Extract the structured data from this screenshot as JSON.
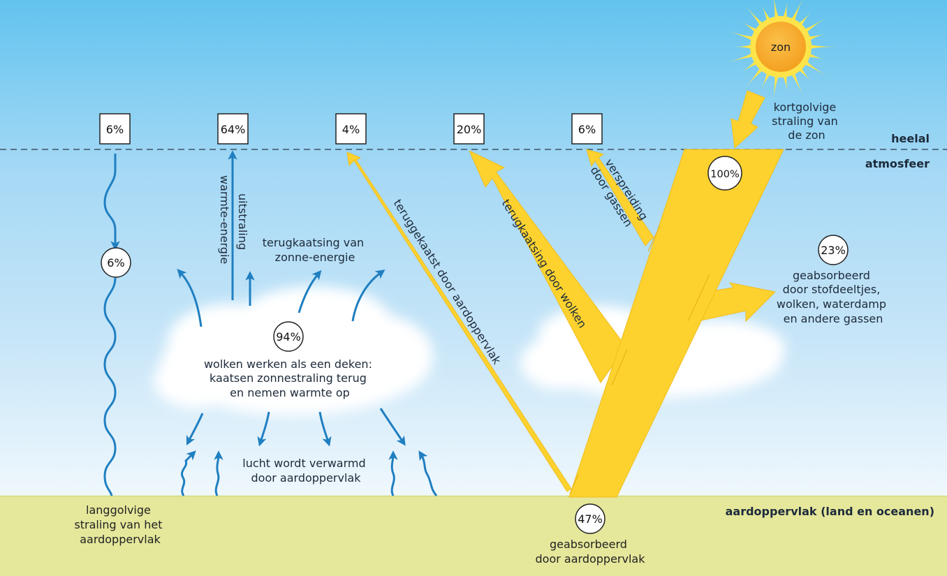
{
  "zones": {
    "space": "heelal",
    "atmosphere": "atmosfeer",
    "surface": "aardoppervlak (land en oceanen)"
  },
  "sun": {
    "label": "zon",
    "radiation_lines": [
      "kortgolvige",
      "straling van",
      "de zon"
    ]
  },
  "top_boxes": [
    {
      "value": "6%",
      "source": "langgolvige straling"
    },
    {
      "value": "64%",
      "source": "uitstraling warmte-energie"
    },
    {
      "value": "4%",
      "source": "teruggekaatst door aardoppervlak"
    },
    {
      "value": "20%",
      "source": "terugkaatsing door wolken"
    },
    {
      "value": "6%",
      "source": "verspreiding door gassen"
    }
  ],
  "circles": {
    "incoming": "100%",
    "absorbed_atmosphere": "23%",
    "absorbed_surface": "47%",
    "clouds": "94%",
    "longwave": "6%"
  },
  "arrow_labels": {
    "outgoing_heat": [
      "uitstraling",
      "warmte-energie"
    ],
    "reflected_surface": "teruggekaatst door aardoppervlak",
    "reflected_clouds": "terugkaatsing door wolken",
    "scattering": [
      "verspreiding",
      "door gassen"
    ]
  },
  "texts": {
    "reflection_solar": [
      "terugkaatsing van",
      "zonne-energie"
    ],
    "clouds_blanket": [
      "wolken werken als een deken:",
      "kaatsen zonnestraling terug",
      "en nemen warmte op"
    ],
    "air_heated": [
      "lucht wordt verwarmd",
      "door aardoppervlak"
    ],
    "absorbed_atmosphere": [
      "geabsorbeerd",
      "door stofdeeltjes,",
      "wolken, waterdamp",
      "en andere gassen"
    ],
    "absorbed_surface": [
      "geabsorbeerd",
      "door aardoppervlak"
    ],
    "longwave": [
      "langgolvige",
      "straling van het",
      "aardoppervlak"
    ]
  },
  "colors": {
    "sky_top": "#63c4ee",
    "sky_bottom": "#eef7fd",
    "ground": "#e5e79b",
    "sun_ray": "#fce44a",
    "sun_core": "#f6a623",
    "energy_arrow": "#fdd22f",
    "heat_arrow": "#1f7fc1",
    "text": "#1d2a3a"
  }
}
